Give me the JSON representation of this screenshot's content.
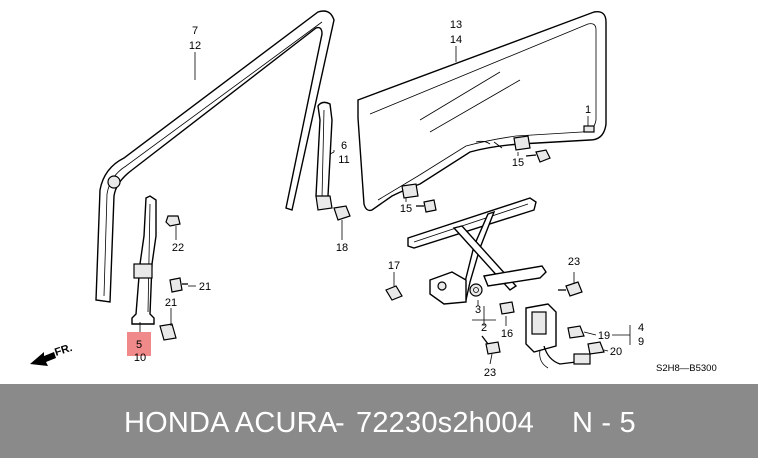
{
  "callouts": {
    "c7": "7",
    "c12": "12",
    "c13": "13",
    "c14": "14",
    "c1": "1",
    "c6": "6",
    "c11": "11",
    "c15a": "15",
    "c15b": "15",
    "c22": "22",
    "c21a": "21",
    "c21b": "21",
    "c5": "5",
    "c10": "10",
    "c18": "18",
    "c17": "17",
    "c3": "3",
    "c2": "2",
    "c16": "16",
    "c23a": "23",
    "c23b": "23",
    "c19": "19",
    "c20": "20",
    "c4": "4",
    "c9": "9"
  },
  "front_label": "FR.",
  "diagram_code": "S2H8—B5300",
  "highlight_color": "#f08a8a",
  "footer": {
    "brand": "HONDA ACURA",
    "separator": "-",
    "part_number": "72230s2h004",
    "position": "N - 5"
  },
  "colors": {
    "footer_background": "#8a8a8a",
    "footer_text": "#ffffff"
  }
}
